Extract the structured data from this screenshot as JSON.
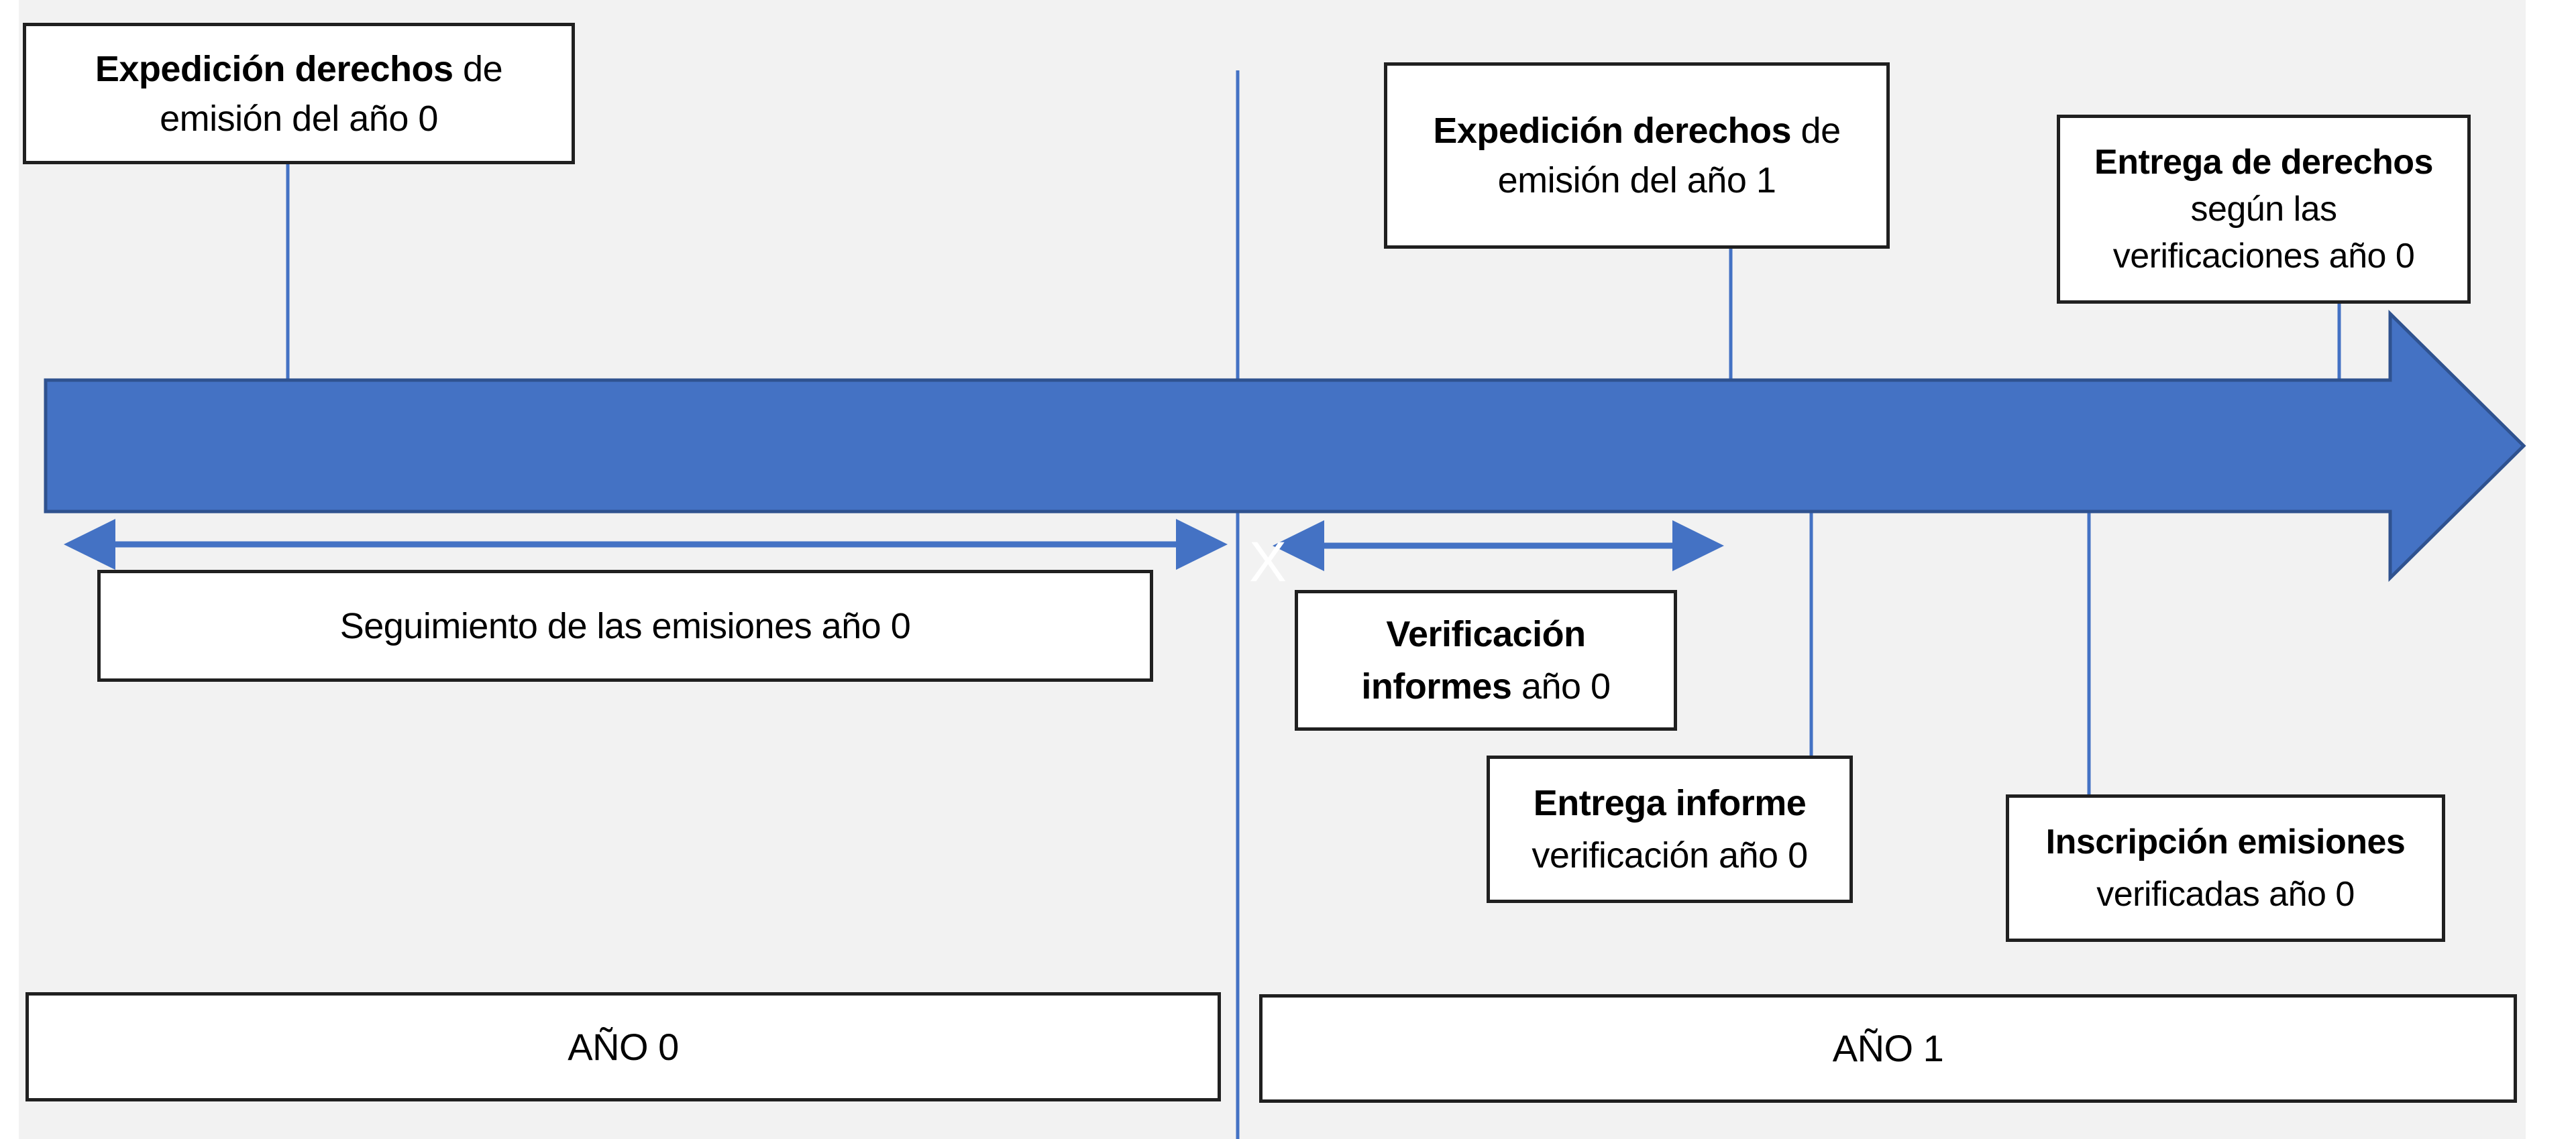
{
  "palette": {
    "page_bg": "#FFFFFF",
    "panel_bg": "#F2F2F2",
    "arrow_fill": "#4472C4",
    "arrow_stroke": "#2F528F",
    "connector_color": "#4472C4",
    "box_border": "#202020",
    "box_bg": "#FFFFFF",
    "text_color": "#000000",
    "x_marker_color": "#FFFFFF"
  },
  "events": {
    "issue0": {
      "bold": "Expedición derechos",
      "regular": " de",
      "line2": "emisión del año 0"
    },
    "issue1": {
      "bold": "Expedición derechos",
      "regular": " de",
      "line2": "emisión del año 1"
    },
    "surrender": {
      "bold": "Entrega de derechos",
      "line2": "según las",
      "line3": "verificaciones año 0"
    },
    "monitoring": {
      "text": "Seguimiento de las emisiones año 0"
    },
    "verification": {
      "bold": "Verificación",
      "bold2": "informes",
      "regular2": " año 0"
    },
    "report": {
      "bold": "Entrega informe",
      "line2": "verificación año 0"
    },
    "registration": {
      "bold": "Inscripción emisiones",
      "line2": "verificadas año 0"
    }
  },
  "timeline": {
    "year0_label": "AÑO 0",
    "year1_label": "AÑO 1",
    "x_marker": "X"
  }
}
